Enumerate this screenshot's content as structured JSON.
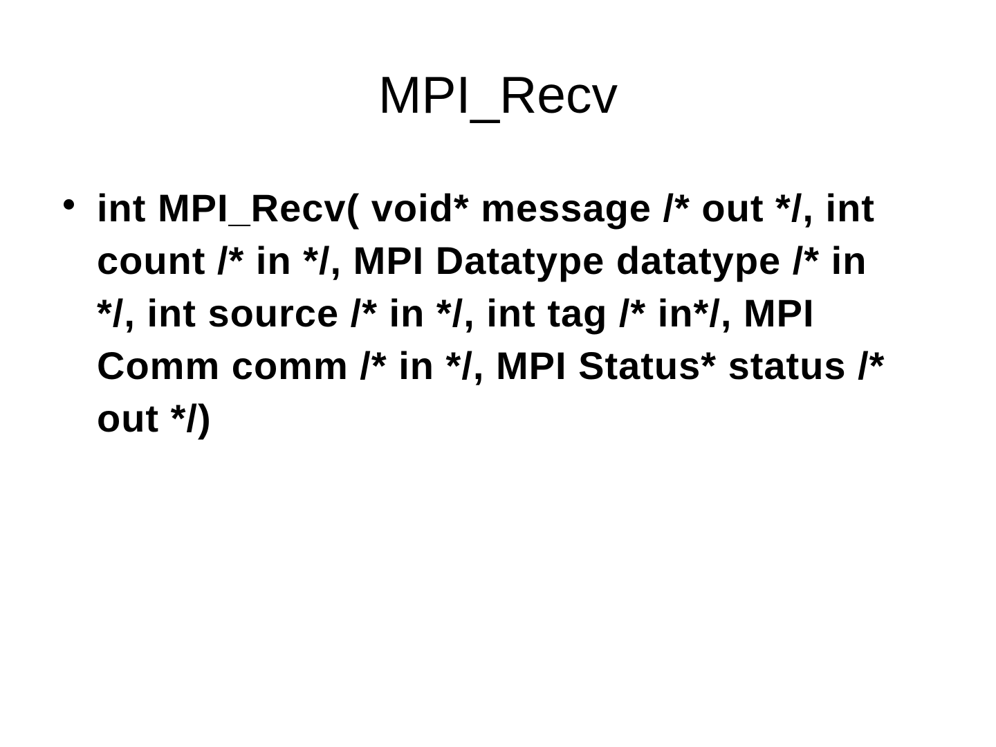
{
  "slide": {
    "background": "#ffffff",
    "text_color": "#000000",
    "title": "MPI_Recv",
    "bullets": [
      {
        "text": "int MPI_Recv( void* message /* out */, int\ncount /* in */, MPI Datatype datatype /* in\n*/, int source /* in */, int tag /* in*/, MPI\nComm comm /* in */, MPI Status* status /*\nout */)",
        "full_text": "int MPI_Recv( void* message /* out */, int count /* in */, MPI Datatype datatype /* in */, int source /* in */, int tag /* in*/, MPI Comm comm /* in */, MPI Status* status /* out */)"
      }
    ]
  }
}
